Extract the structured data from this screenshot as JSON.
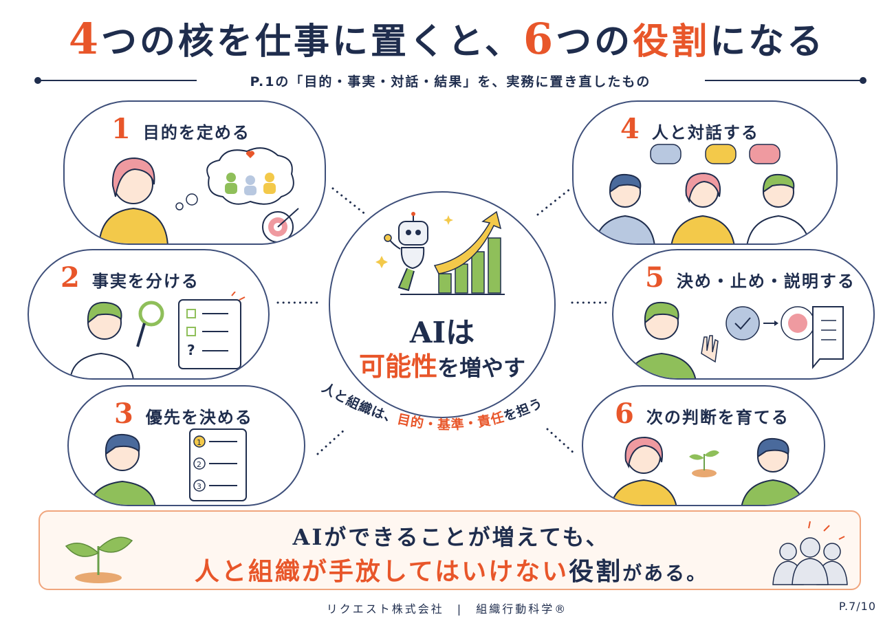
{
  "title": {
    "num1": "4",
    "part1": "つの核を仕事に置くと、",
    "num2": "6",
    "part2": "つの",
    "accent": "役割",
    "part3": "になる"
  },
  "subtitle": "P.1の「目的・事実・対話・結果」を、実務に置き直したもの",
  "cards": [
    {
      "num": "1",
      "title": "目的を定める"
    },
    {
      "num": "2",
      "title": "事実を分ける"
    },
    {
      "num": "3",
      "title": "優先を決める"
    },
    {
      "num": "4",
      "title": "人と対話する"
    },
    {
      "num": "5",
      "title": "決め・止め・説明する"
    },
    {
      "num": "6",
      "title": "次の判断を育てる"
    }
  ],
  "checklist_marks": [
    "?"
  ],
  "priority_marks": [
    "1",
    "2",
    "3"
  ],
  "center": {
    "line1": "AIは",
    "line2_accent": "可能性",
    "line2_rest": "を増やす"
  },
  "arc": {
    "part1": "人と組織は、",
    "accent": "目的・基準・責任",
    "part2": "を担う"
  },
  "banner": {
    "line1": "AIができることが増えても、",
    "line2_accent": "人と組織が手放してはいけない",
    "line2_navy": "役割",
    "line2_rest": "がある。"
  },
  "footer": "リクエスト株式会社　|　組織行動科学®",
  "page": "P.7/10",
  "colors": {
    "navy": "#1f2d4d",
    "orange": "#e8562a",
    "green": "#8fbf5a",
    "yellow": "#f3c94a",
    "pink": "#ef9aa0",
    "blue": "#7da3cf"
  }
}
